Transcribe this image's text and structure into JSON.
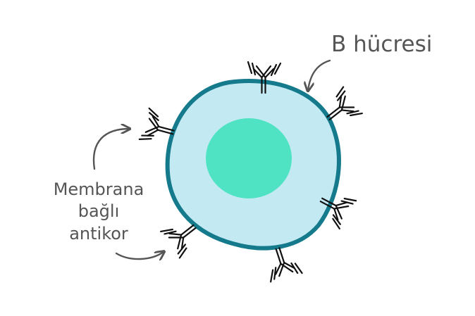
{
  "labels": {
    "cell": "B hücresi",
    "antibody_line1": "Membrana",
    "antibody_line2": "bağlı",
    "antibody_line3": "antikor"
  },
  "colors": {
    "membrane": "#157a8c",
    "cytoplasm": "#c3eaf3",
    "nucleus": "#4fe3c3",
    "antibody": "#111111",
    "arrow": "#555555",
    "label": "#555555"
  },
  "icons": {
    "antibody": "y-shaped-antibody",
    "arrow": "curved-arrow"
  }
}
